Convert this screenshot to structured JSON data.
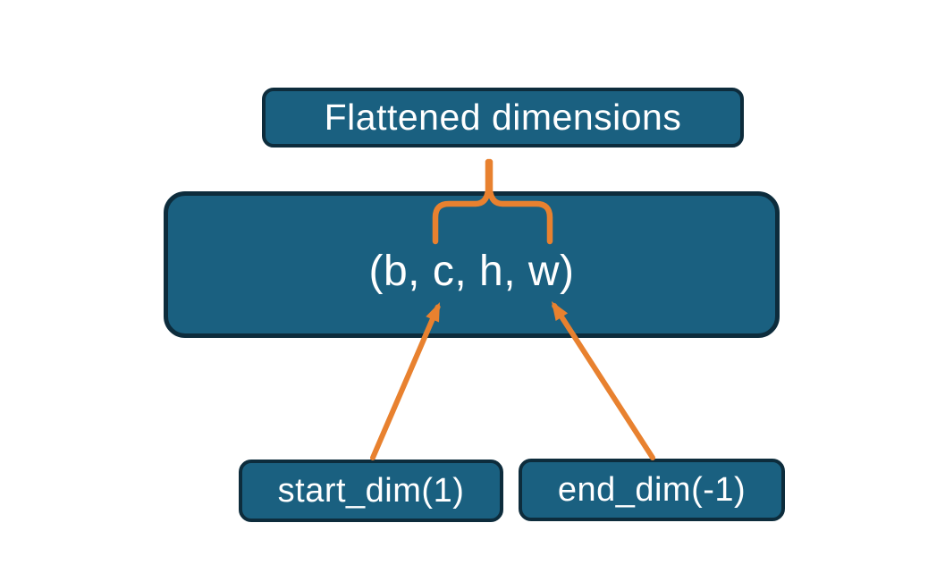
{
  "diagram": {
    "nodes": {
      "flattened": {
        "label": "Flattened dimensions"
      },
      "tuple": {
        "label": "(b, c, h, w)"
      },
      "start_dim": {
        "label": "start_dim(1)"
      },
      "end_dim": {
        "label": "end_dim(-1)"
      }
    },
    "connectors": {
      "brace": "brace-from-flattened-to-c-w-span",
      "arrow_start": "arrow-start-dim-to-c",
      "arrow_end": "arrow-end-dim-to-w"
    },
    "colors": {
      "node_fill": "#1a6080",
      "node_border": "#0d2c3c",
      "connector": "#e8812f",
      "node_text": "#ffffff",
      "background": "#ffffff"
    }
  }
}
